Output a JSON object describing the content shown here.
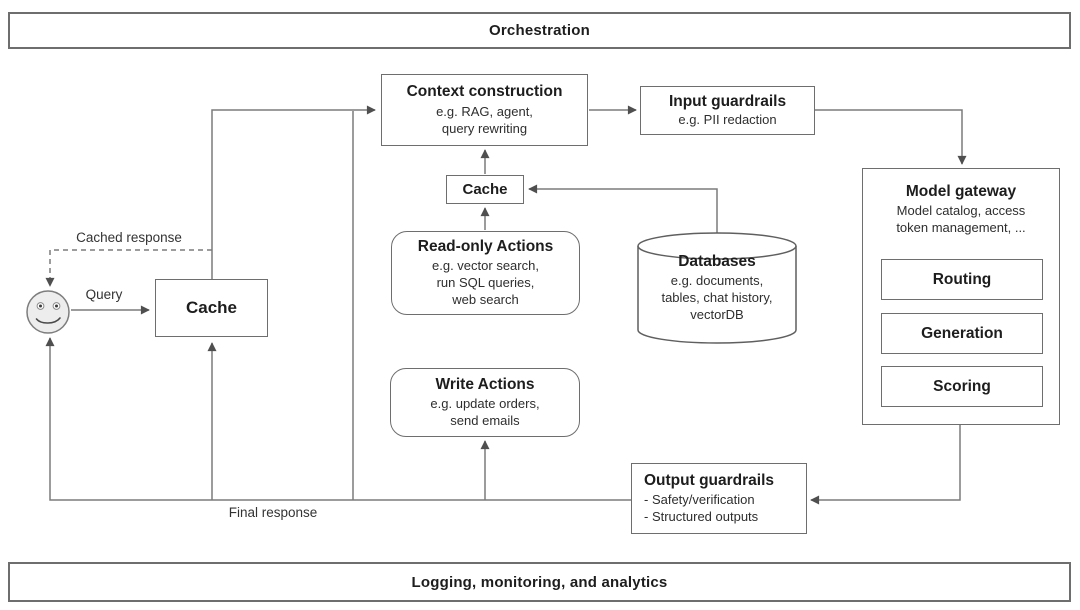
{
  "header": {
    "title": "Orchestration"
  },
  "footer": {
    "title": "Logging, monitoring, and analytics"
  },
  "labels": {
    "query": "Query",
    "cached_response": "Cached response",
    "final_response": "Final response"
  },
  "nodes": {
    "user_cache": {
      "title": "Cache"
    },
    "mid_cache": {
      "title": "Cache"
    },
    "context_construction": {
      "title": "Context construction",
      "subtitle": "e.g. RAG, agent,\nquery rewriting"
    },
    "input_guardrails": {
      "title": "Input guardrails",
      "subtitle": "e.g. PII redaction"
    },
    "read_only_actions": {
      "title": "Read-only Actions",
      "subtitle": "e.g. vector search,\nrun SQL queries,\nweb search"
    },
    "databases": {
      "title": "Databases",
      "subtitle": "e.g. documents,\ntables, chat history,\nvectorDB"
    },
    "model_gateway": {
      "title": "Model gateway",
      "subtitle": "Model catalog, access\ntoken management, ...",
      "children": [
        {
          "label": "Routing"
        },
        {
          "label": "Generation"
        },
        {
          "label": "Scoring"
        }
      ]
    },
    "write_actions": {
      "title": "Write Actions",
      "subtitle": "e.g. update orders,\nsend emails"
    },
    "output_guardrails": {
      "title": "Output guardrails",
      "subtitle": "- Safety/verification\n- Structured outputs"
    }
  },
  "colors": {
    "line": "#7b7b7b",
    "border": "#6e6e6e",
    "arrowhead": "#4f4f4f",
    "title_text": "#1d1d1d",
    "body_text": "#2e2e2e",
    "smiley_fill": "#ededed",
    "background": "#ffffff"
  }
}
